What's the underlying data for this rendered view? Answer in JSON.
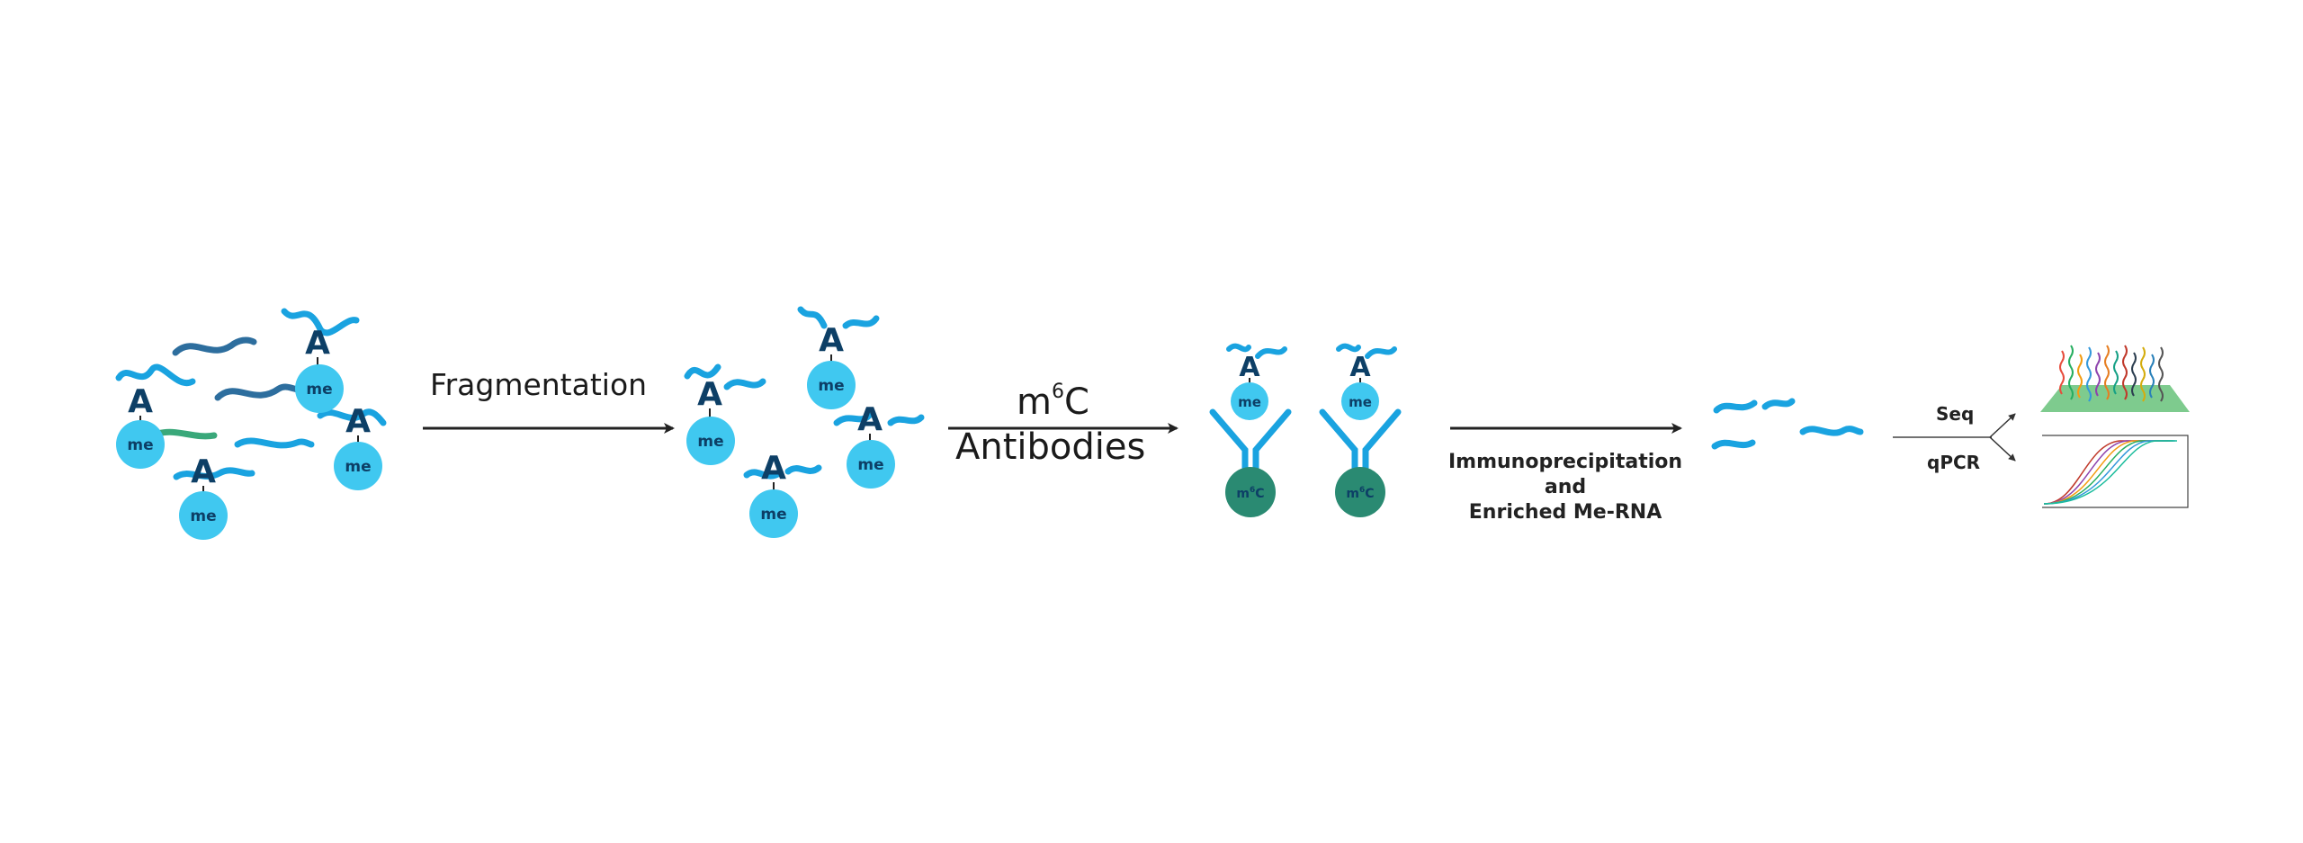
{
  "steps": {
    "fragmentation_label": "Fragmentation",
    "m6c_prefix": "m",
    "m6c_superscript": "6",
    "m6c_suffix": "C",
    "antibodies_label": "Antibodies",
    "ip_line1": "Immunoprecipitation",
    "ip_line2": "and",
    "ip_line3": "Enriched Me-RNA",
    "seq_label": "Seq",
    "qpcr_label": "qPCR"
  },
  "molecule": {
    "base_letter": "A",
    "methyl_label": "me",
    "bead_label_main": "m",
    "bead_label_sup": "6",
    "bead_label_end": "C"
  },
  "colors": {
    "rna_light": "#1aa3e0",
    "rna_dark": "#2d6e9e",
    "rna_green": "#3aa87a",
    "methyl_circle": "#40c8f0",
    "base_letter": "#0d3f66",
    "antibody": "#1aa3e0",
    "bead": "#2a8a72",
    "arrow": "#222222",
    "chip": "#7ecb8e"
  }
}
